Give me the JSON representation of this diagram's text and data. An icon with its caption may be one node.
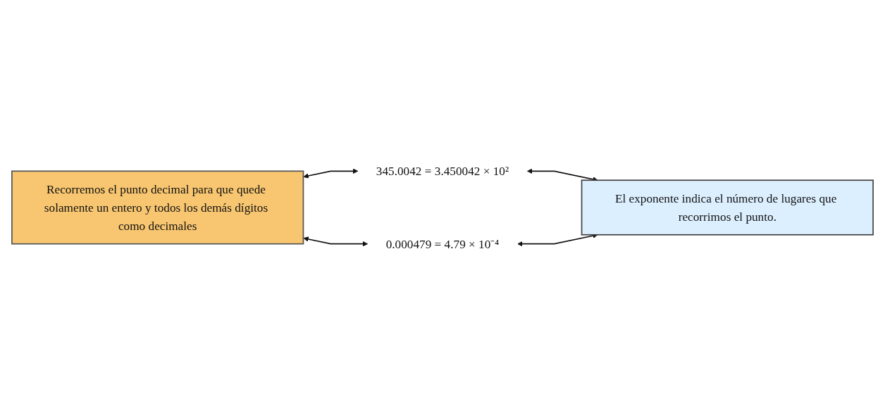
{
  "diagram": {
    "nodes": [
      {
        "text": [
          "345.0042 = 3.450042 × 10²"
        ]
      },
      {
        "text": [
          "El exponente indica el número de lugares que recorrimos el punto."
        ]
      },
      {
        "text": [
          "Recorremos el punto decimal para que quede solamente un entero y todos los demás dígitos como decimales"
        ]
      },
      {
        "text": [
          "0.000479 = 4.79 × 10⁻⁴"
        ]
      }
    ],
    "edges": [
      {
        "from": 2,
        "to": 0,
        "arrow": "both"
      },
      {
        "from": 0,
        "to": 1,
        "arrow": "both"
      },
      {
        "from": 2,
        "to": 3,
        "arrow": "both"
      },
      {
        "from": 3,
        "to": 1,
        "arrow": "both"
      }
    ]
  }
}
